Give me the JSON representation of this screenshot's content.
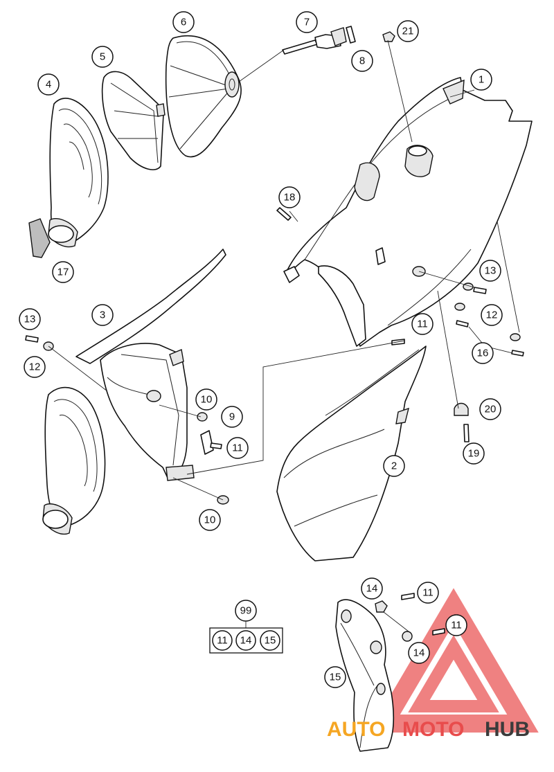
{
  "callouts": {
    "c1": "1",
    "c2": "2",
    "c3": "3",
    "c4": "4",
    "c5": "5",
    "c6": "6",
    "c7": "7",
    "c8": "8",
    "c9": "9",
    "c10a": "10",
    "c10b": "10",
    "c11a": "11",
    "c11b": "11",
    "c11c": "11",
    "c11d": "11",
    "c12a": "12",
    "c12b": "12",
    "c13a": "13",
    "c13b": "13",
    "c14a": "14",
    "c14b": "14",
    "c15": "15",
    "c16": "16",
    "c17": "17",
    "c18": "18",
    "c19": "19",
    "c20": "20",
    "c21": "21"
  },
  "kit": {
    "number": "99",
    "items": [
      "11",
      "14",
      "15"
    ]
  },
  "watermark": {
    "part1": "AUTO",
    "part2": "MOTO",
    "part3": "HUB",
    "color_auto": "#f5a623",
    "color_moto": "#e84c4c",
    "color_hub": "#3b3b3b"
  }
}
